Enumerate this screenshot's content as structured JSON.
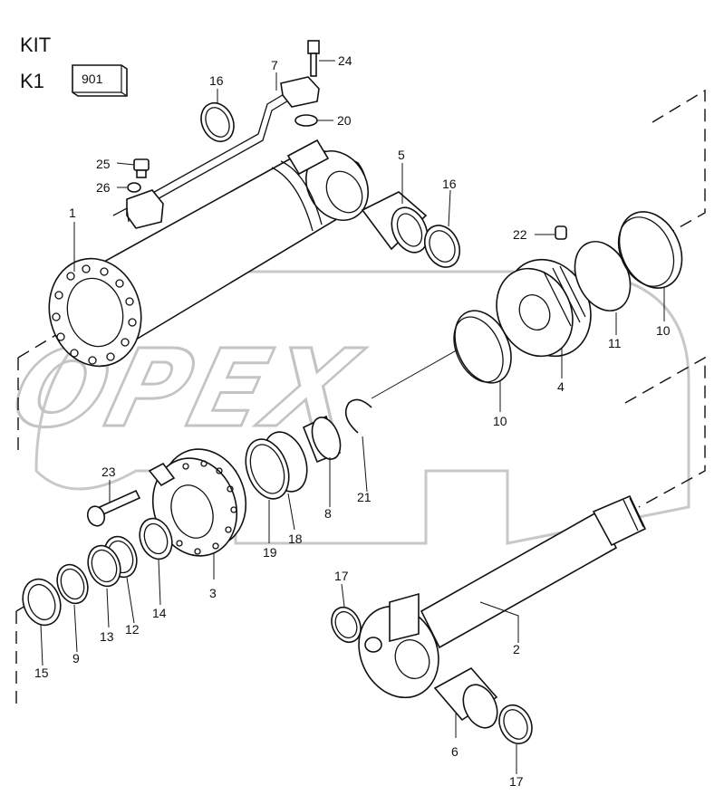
{
  "header": {
    "kit_label": "KIT",
    "k1_label": "K1",
    "box_label": "901"
  },
  "watermark": {
    "text": "OPEX"
  },
  "callouts": [
    {
      "id": "c1",
      "label": "1"
    },
    {
      "id": "c2",
      "label": "2"
    },
    {
      "id": "c3",
      "label": "3"
    },
    {
      "id": "c4",
      "label": "4"
    },
    {
      "id": "c5",
      "label": "5"
    },
    {
      "id": "c6",
      "label": "6"
    },
    {
      "id": "c7",
      "label": "7"
    },
    {
      "id": "c8",
      "label": "8"
    },
    {
      "id": "c9",
      "label": "9"
    },
    {
      "id": "c10a",
      "label": "10"
    },
    {
      "id": "c10b",
      "label": "10"
    },
    {
      "id": "c11",
      "label": "11"
    },
    {
      "id": "c12",
      "label": "12"
    },
    {
      "id": "c13",
      "label": "13"
    },
    {
      "id": "c14",
      "label": "14"
    },
    {
      "id": "c15",
      "label": "15"
    },
    {
      "id": "c16a",
      "label": "16"
    },
    {
      "id": "c16b",
      "label": "16"
    },
    {
      "id": "c17a",
      "label": "17"
    },
    {
      "id": "c17b",
      "label": "17"
    },
    {
      "id": "c18",
      "label": "18"
    },
    {
      "id": "c19",
      "label": "19"
    },
    {
      "id": "c20",
      "label": "20"
    },
    {
      "id": "c21",
      "label": "21"
    },
    {
      "id": "c22",
      "label": "22"
    },
    {
      "id": "c23",
      "label": "23"
    },
    {
      "id": "c24",
      "label": "24"
    },
    {
      "id": "c25",
      "label": "25"
    },
    {
      "id": "c26",
      "label": "26"
    }
  ]
}
